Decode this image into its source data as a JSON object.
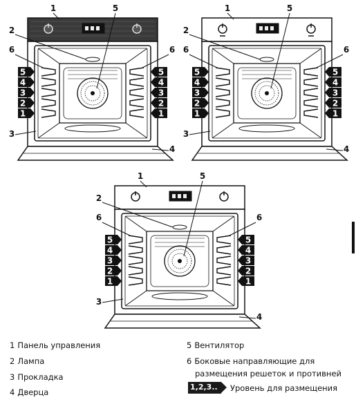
{
  "ovens": [
    {
      "id": "oven-a",
      "finish": "dark",
      "knob_style": "round"
    },
    {
      "id": "oven-b",
      "finish": "light",
      "knob_style": "marked"
    },
    {
      "id": "oven-c",
      "finish": "light",
      "knob_style": "plain"
    }
  ],
  "callout_numbers": [
    "1",
    "2",
    "3",
    "4",
    "5",
    "6"
  ],
  "rack_levels": [
    "5",
    "4",
    "3",
    "2",
    "1"
  ],
  "legend": [
    {
      "num": "1",
      "text": "Панель управления"
    },
    {
      "num": "2",
      "text": "Лампа"
    },
    {
      "num": "3",
      "text": "Прокладка"
    },
    {
      "num": "4",
      "text": "Дверца"
    },
    {
      "num": "5",
      "text": "Вентилятор"
    },
    {
      "num": "6",
      "text": "Боковые направляющие для"
    },
    {
      "num": "",
      "text": "размещения решеток и противней"
    }
  ],
  "level_tag": {
    "label": "1,2,3..",
    "text": "Уровень для размещения"
  },
  "colors": {
    "line": "#111111",
    "dark_panel": "#3a3a3a",
    "tag_bg": "#1a1a1a",
    "tag_text": "#ffffff"
  }
}
